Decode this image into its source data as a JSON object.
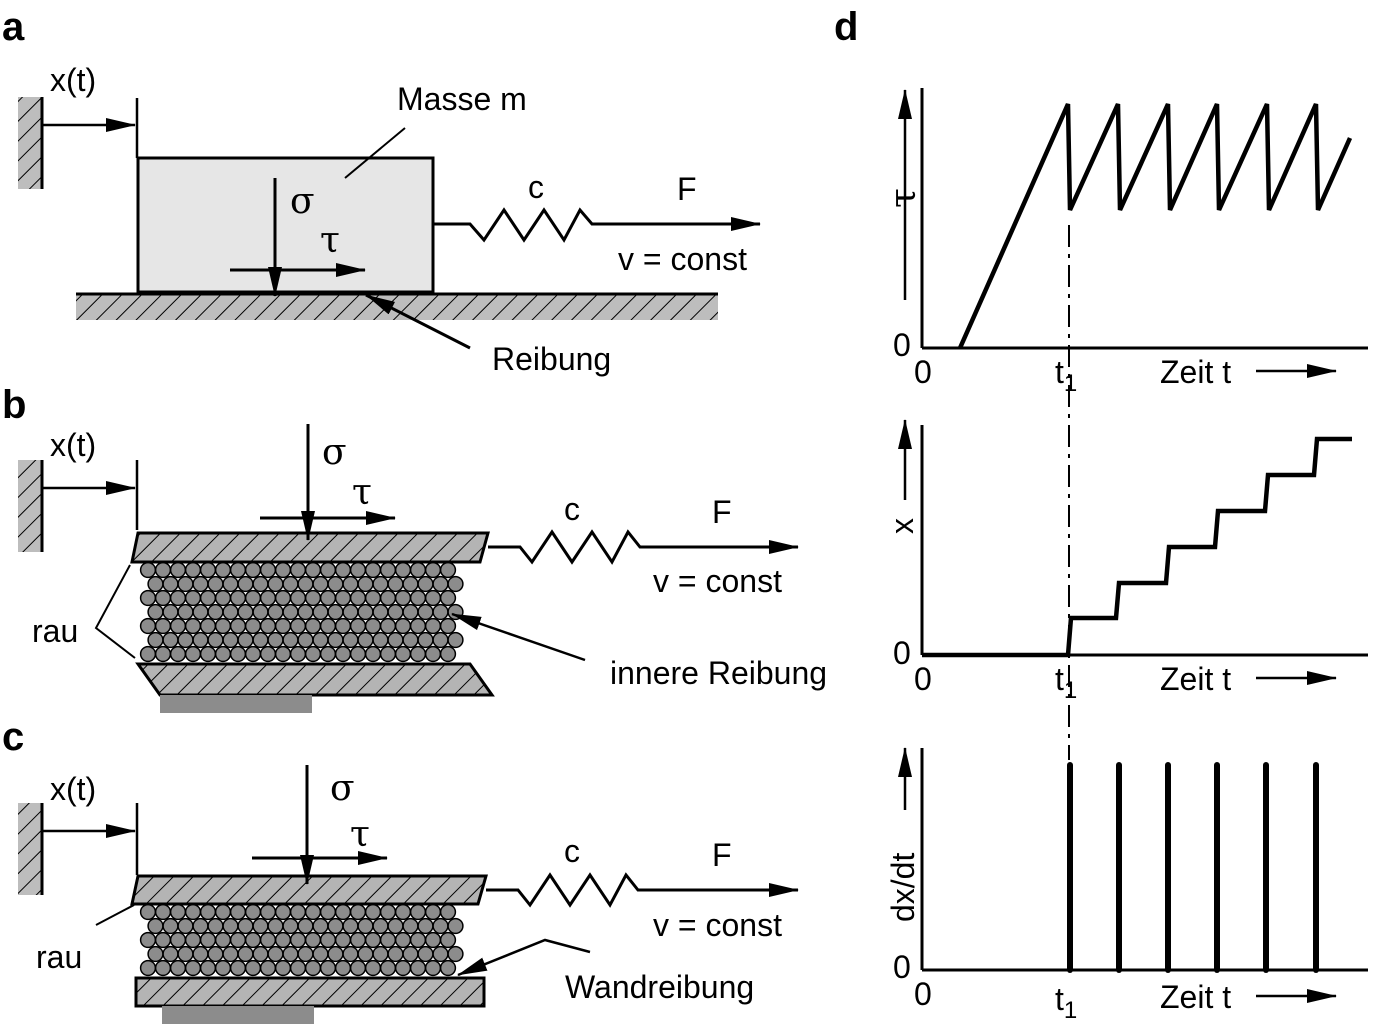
{
  "panels": {
    "a": {
      "label": "a",
      "x_label": "x(t)",
      "mass_label": "Masse m",
      "sigma": "σ",
      "tau": "τ",
      "spring": "c",
      "force": "F",
      "velocity": "v = const",
      "friction": "Reibung"
    },
    "b": {
      "label": "b",
      "x_label": "x(t)",
      "sigma": "σ",
      "tau": "τ",
      "spring": "c",
      "force": "F",
      "velocity": "v = const",
      "rough": "rau",
      "friction": "innere Reibung"
    },
    "c": {
      "label": "c",
      "x_label": "x(t)",
      "sigma": "σ",
      "tau": "τ",
      "spring": "c",
      "force": "F",
      "velocity": "v = const",
      "rough": "rau",
      "friction": "Wandreibung"
    },
    "d": {
      "label": "d",
      "plots": [
        {
          "ylabel": "τ",
          "origin_x": "0",
          "origin_y": "0",
          "t1_main": "t",
          "t1_sub": "1",
          "xlabel": "Zeit t"
        },
        {
          "ylabel": "x",
          "origin_x": "0",
          "origin_y": "0",
          "t1_main": "t",
          "t1_sub": "1",
          "xlabel": "Zeit t"
        },
        {
          "ylabel": "dx/dt",
          "origin_x": "0",
          "origin_y": "0",
          "t1_main": "t",
          "t1_sub": "1",
          "xlabel": "Zeit t"
        }
      ]
    }
  },
  "colors": {
    "ink": "#000000",
    "mass_fill": "#e6e6e6",
    "ground_fill": "#bdbdbd",
    "plate_fill": "#b4b4b4",
    "grain_fill": "#8c8c8c"
  }
}
